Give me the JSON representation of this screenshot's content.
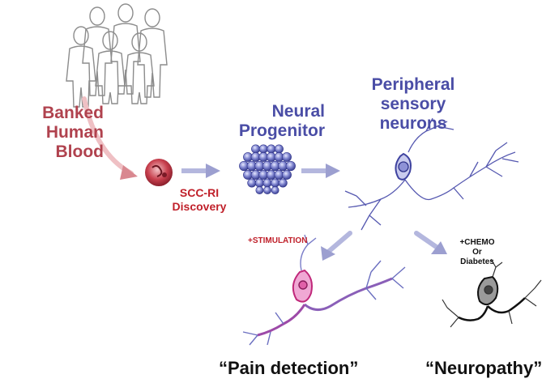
{
  "labels": {
    "banked": [
      "Banked",
      "Human",
      "Blood"
    ],
    "neural": [
      "Neural",
      "Progenitor"
    ],
    "peripheral": [
      "Peripheral",
      "sensory",
      "neurons"
    ],
    "scc": [
      "SCC-RI",
      "Discovery"
    ],
    "stimulation": "+STIMULATION",
    "chemo": [
      "+CHEMO",
      "Or",
      "Diabetes"
    ],
    "pain": "“Pain detection”",
    "neuropathy": "“Neuropathy”"
  },
  "colors": {
    "blood_red": "#b0424e",
    "neuron_blue": "#4a4da6",
    "stim_red": "#c0202a",
    "arrow_blue": "#a8abd6",
    "arrow_pink": "#e8b8bc"
  }
}
